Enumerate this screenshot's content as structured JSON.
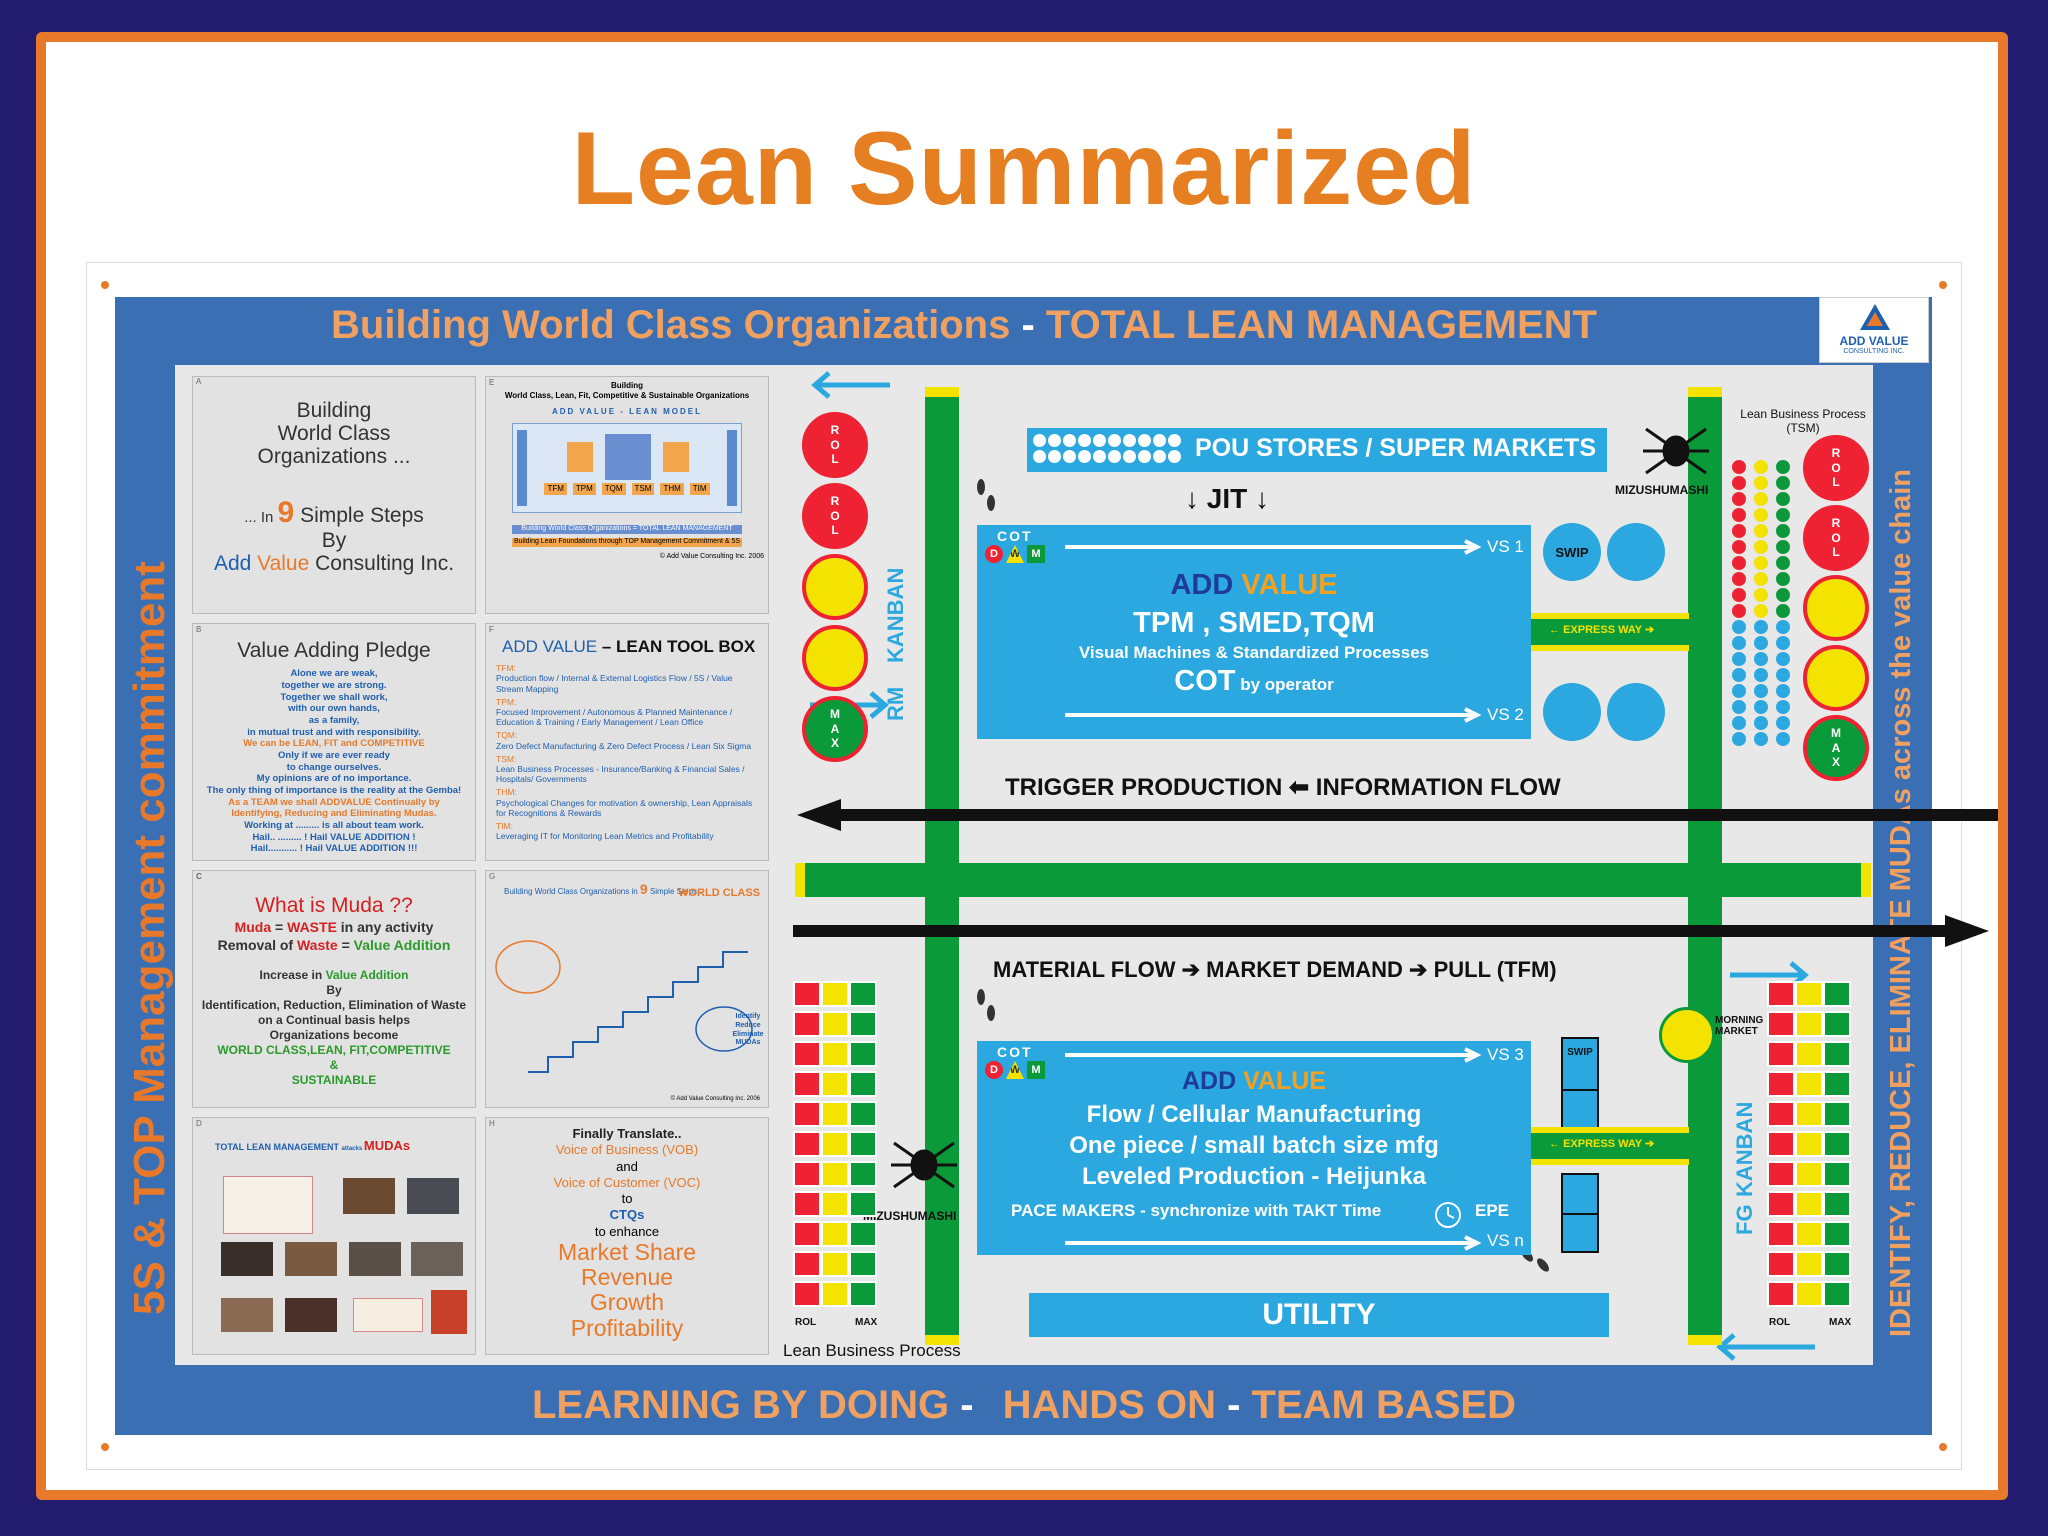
{
  "title": "Lean Summarized",
  "poster": {
    "top_banner_left": "Building World Class Organizations",
    "top_banner_dash": " - ",
    "top_banner_right": "TOTAL LEAN MANAGEMENT",
    "bottom_banner_1": "LEARNING BY DOING",
    "bottom_banner_2": "HANDS ON",
    "bottom_banner_3": "TEAM BASED",
    "bottom_dash": " - ",
    "left_vertical": "5S & TOP Management commitment",
    "right_vertical": "IDENTIFY, REDUCE, ELIMINATE  MUDAs across the value chain",
    "logo_text": "ADD VALUE",
    "logo_sub": "CONSULTING INC."
  },
  "cards": {
    "a": {
      "letter": "A",
      "l1": "Building",
      "l2": "World Class",
      "l3": "Organizations ...",
      "l4a": "... In ",
      "l4b": "9",
      "l4c": " Simple Steps",
      "l5": "By",
      "l6a": "Add ",
      "l6b": "Value",
      "l6c": " Consulting Inc."
    },
    "b": {
      "letter": "B",
      "heading": "Value Adding Pledge",
      "lines": [
        "Alone we are weak,",
        "together we are strong.",
        "Together we shall work,",
        "with our own hands,",
        "as a family,",
        "in mutual trust and with responsibility.",
        "We can be LEAN, FIT and COMPETITIVE",
        "Only if we are ever ready",
        "to change ourselves.",
        "My opinions are of no importance.",
        "The only thing of importance is the reality at the Gemba!",
        "As a TEAM we shall ADDVALUE Continually by",
        "Identifying, Reducing and Eliminating Mudas.",
        "Working at ......... is all about team work.",
        "Hail.. ......... ! Hail VALUE ADDITION !",
        "Hail........... ! Hail VALUE ADDITION !!!"
      ]
    },
    "c": {
      "letter": "C",
      "heading": "What is Muda ??",
      "l1a": "Muda",
      "l1b": " = ",
      "l1c": "WASTE",
      "l1d": " in any activity",
      "l2a": "Removal of ",
      "l2b": "Waste",
      "l2c": " = ",
      "l2d": "Value Addition",
      "l3a": "Increase in ",
      "l3b": "Value Addition",
      "l4": "By",
      "l5": "Identification, Reduction, Elimination of Waste",
      "l6": "on a Continual basis helps",
      "l7": "Organizations become",
      "l8": "WORLD CLASS,LEAN, FIT,COMPETITIVE",
      "l9": "&",
      "l10": "SUSTAINABLE"
    },
    "d": {
      "letter": "D",
      "heading_a": "TOTAL LEAN MANAGEMENT ",
      "heading_b": "attacks ",
      "heading_c": "MUDAs"
    },
    "e": {
      "letter": "E",
      "l1": "Building",
      "l2": "World Class, Lean, Fit, Competitive & Sustainable Organizations",
      "l3": "ADD VALUE - LEAN MODEL",
      "tools": [
        "TFM",
        "TPM",
        "TQM",
        "TSM",
        "THM",
        "TIM"
      ],
      "foot": "Building World Class Organizations = TOTAL LEAN MANAGEMENT",
      "foot2": "Building Lean Foundations through TOP Management Commitment & 5S",
      "copy": "© Add Value Consulting Inc. 2006"
    },
    "f": {
      "letter": "F",
      "heading_a": "ADD VALUE",
      "heading_b": " – LEAN TOOL BOX",
      "items": [
        {
          "k": "TFM:",
          "v": "Production flow / Internal & External Logistics Flow / 5S / Value Stream Mapping"
        },
        {
          "k": "TPM:",
          "v": "Focused Improvement / Autonomous & Planned Maintenance / Education & Training / Early Management / Lean Office"
        },
        {
          "k": "TQM:",
          "v": "Zero Defect Manufacturing & Zero Defect Process / Lean Six Sigma"
        },
        {
          "k": "TSM:",
          "v": "Lean Business Processes - Insurance/Banking & Financial Sales / Hospitals/ Governments"
        },
        {
          "k": "THM:",
          "v": "Psychological Changes for motivation & ownership, Lean Appraisals for Recognitions & Rewards"
        },
        {
          "k": "TIM:",
          "v": "Leveraging IT for Monitoring Lean Metrics and Profitability"
        }
      ]
    },
    "g": {
      "letter": "G",
      "heading_a": "Building World Class Organizations in ",
      "heading_b": "9",
      "heading_c": " Simple Steps..",
      "corner": "WORLD CLASS",
      "oval": "Identify Reduce Eliminate MUDAs",
      "copy": "© Add Value Consulting Inc. 2006"
    },
    "h": {
      "letter": "H",
      "l1": "Finally Translate..",
      "l2": "Voice of Business (VOB)",
      "l3": "and",
      "l4": "Voice of Customer (VOC)",
      "l5": "to",
      "l6": "CTQs",
      "l7": "to enhance",
      "l8": "Market Share",
      "l9": "Revenue",
      "l10": "Growth",
      "l11": "Profitability"
    }
  },
  "diagram": {
    "pou": "POU STORES / SUPER MARKETS",
    "jit": "JIT",
    "mizu": "MIZUSHUMASHI",
    "tsm": "Lean Business Process (TSM)",
    "cot": "COT",
    "dwm": [
      "D",
      "W",
      "M"
    ],
    "vs1": "VS 1",
    "vs2": "VS 2",
    "vs3": "VS 3",
    "vsn": "VS n",
    "av1_a": "ADD ",
    "av1_b": "VALUE",
    "av1_l1": "TPM , SMED,TQM",
    "av1_l2": "Visual Machines & Standardized Processes",
    "av1_l3a": "COT",
    "av1_l3b": " by operator",
    "swip": "SWIP",
    "express": "EXPRESS WAY",
    "trigger": "TRIGGER PRODUCTION",
    "info": "INFORMATION FLOW",
    "material": "MATERIAL FLOW",
    "demand": "MARKET DEMAND",
    "pull": "PULL (TFM)",
    "av2_a": "ADD  ",
    "av2_b": "VALUE",
    "av2_l1": "Flow / Cellular Manufacturing",
    "av2_l2": "One piece / small batch size mfg",
    "av2_l3": "Leveled Production - Heijunka",
    "av2_l4": "PACE MAKERS  - synchronize  with TAKT Time",
    "epe": "EPE",
    "utility": "UTILITY",
    "rm": "RM",
    "kanban": "KANBAN",
    "fg": "FG",
    "rol": "ROL",
    "max": "MAX",
    "morning_market": "MORNING MARKET",
    "lbp": "Lean Business Process"
  },
  "colors": {
    "accent": "#e67e22",
    "board": "#3b6fb3",
    "road": "#0a9a3a",
    "block": "#2ba8e0"
  }
}
